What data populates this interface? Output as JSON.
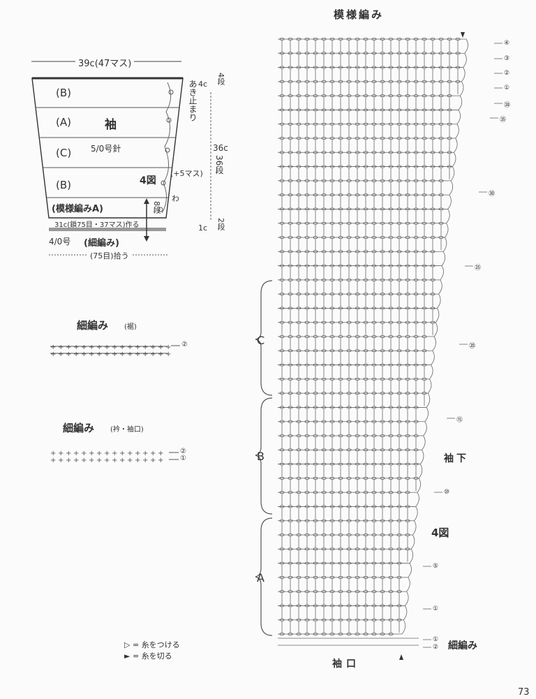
{
  "chart_title": "模様編み",
  "sleeve": {
    "width_top": "39c(47マス)",
    "sections": [
      "(B)",
      "(A)",
      "(C)",
      "(B)"
    ],
    "piece_name": "袖",
    "needle": "5/0号針",
    "fig": "4図",
    "pattern_a": "(模様編みA)",
    "chain": "31c(鎖75目・37マス)作る",
    "edge_needle": "4/0号",
    "edge_name": "(細編み)",
    "pickup": "(75目)拾う",
    "opening_label": "あき止まり",
    "h_top_c": "4c",
    "h_top_r": "4段",
    "h_mid_c": "36c",
    "h_mid_r": "36段",
    "inc": "(+5マス)",
    "ring": "わ",
    "h_low_r": "8段",
    "h_bot_c": "1c",
    "h_bot_r": "2段"
  },
  "hem": {
    "title": "細編み",
    "sub": "(裾)",
    "row2": "②"
  },
  "collar": {
    "title": "細編み",
    "sub": "(衿・袖口)",
    "row2": "②",
    "row1": "①"
  },
  "legend": [
    {
      "symbol": "▷ =",
      "text": "糸をつける"
    },
    {
      "symbol": "► =",
      "text": "糸を切る"
    }
  ],
  "chart": {
    "row_labels": [
      "④",
      "③",
      "②",
      "①",
      "㊳",
      "㉟",
      "㉚",
      "㉕",
      "⑳",
      "⑮",
      "⑩",
      "⑤",
      "①",
      "①",
      "②"
    ],
    "sections": [
      "C",
      "B",
      "A"
    ],
    "side_label": "袖下",
    "fig": "4図",
    "edge_label": "細編み",
    "bottom_label": "袖口"
  },
  "page_number": "73"
}
